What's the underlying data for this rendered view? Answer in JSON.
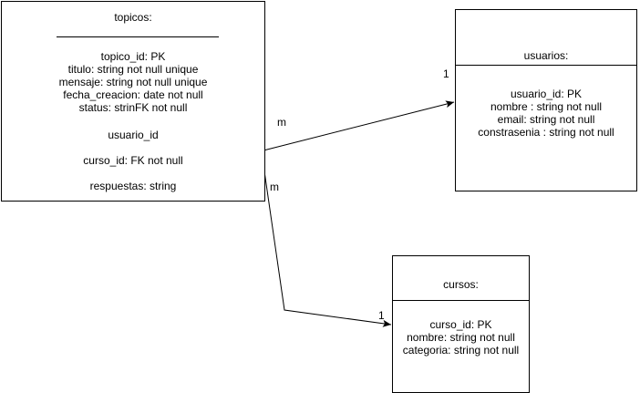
{
  "colors": {
    "stroke": "#000000",
    "background": "#ffffff"
  },
  "topicos": {
    "title": "topicos:",
    "title_rule": "____________________________",
    "fields": [
      "topico_id: PK",
      "titulo: string not null unique",
      "mensaje: string not null unique",
      "fecha_creacion: date not null",
      "status: strinFK not null"
    ],
    "usuario_ref": "usuario_id",
    "curso_ref": "curso_id: FK not null",
    "respuestas": "respuestas: string"
  },
  "usuarios": {
    "title": "usuarios:",
    "fields": [
      "usuario_id: PK",
      "nombre : string not null",
      "email: string not null",
      "constrasenia : string not null"
    ]
  },
  "cursos": {
    "title": "cursos:",
    "fields": [
      "curso_id: PK",
      "nombre: string not null",
      "categoria: string not null"
    ]
  },
  "relations": {
    "topicos_usuarios": {
      "source_multiplicity": "m",
      "target_multiplicity": "1"
    },
    "topicos_cursos": {
      "source_multiplicity": "m",
      "target_multiplicity": "1"
    }
  }
}
